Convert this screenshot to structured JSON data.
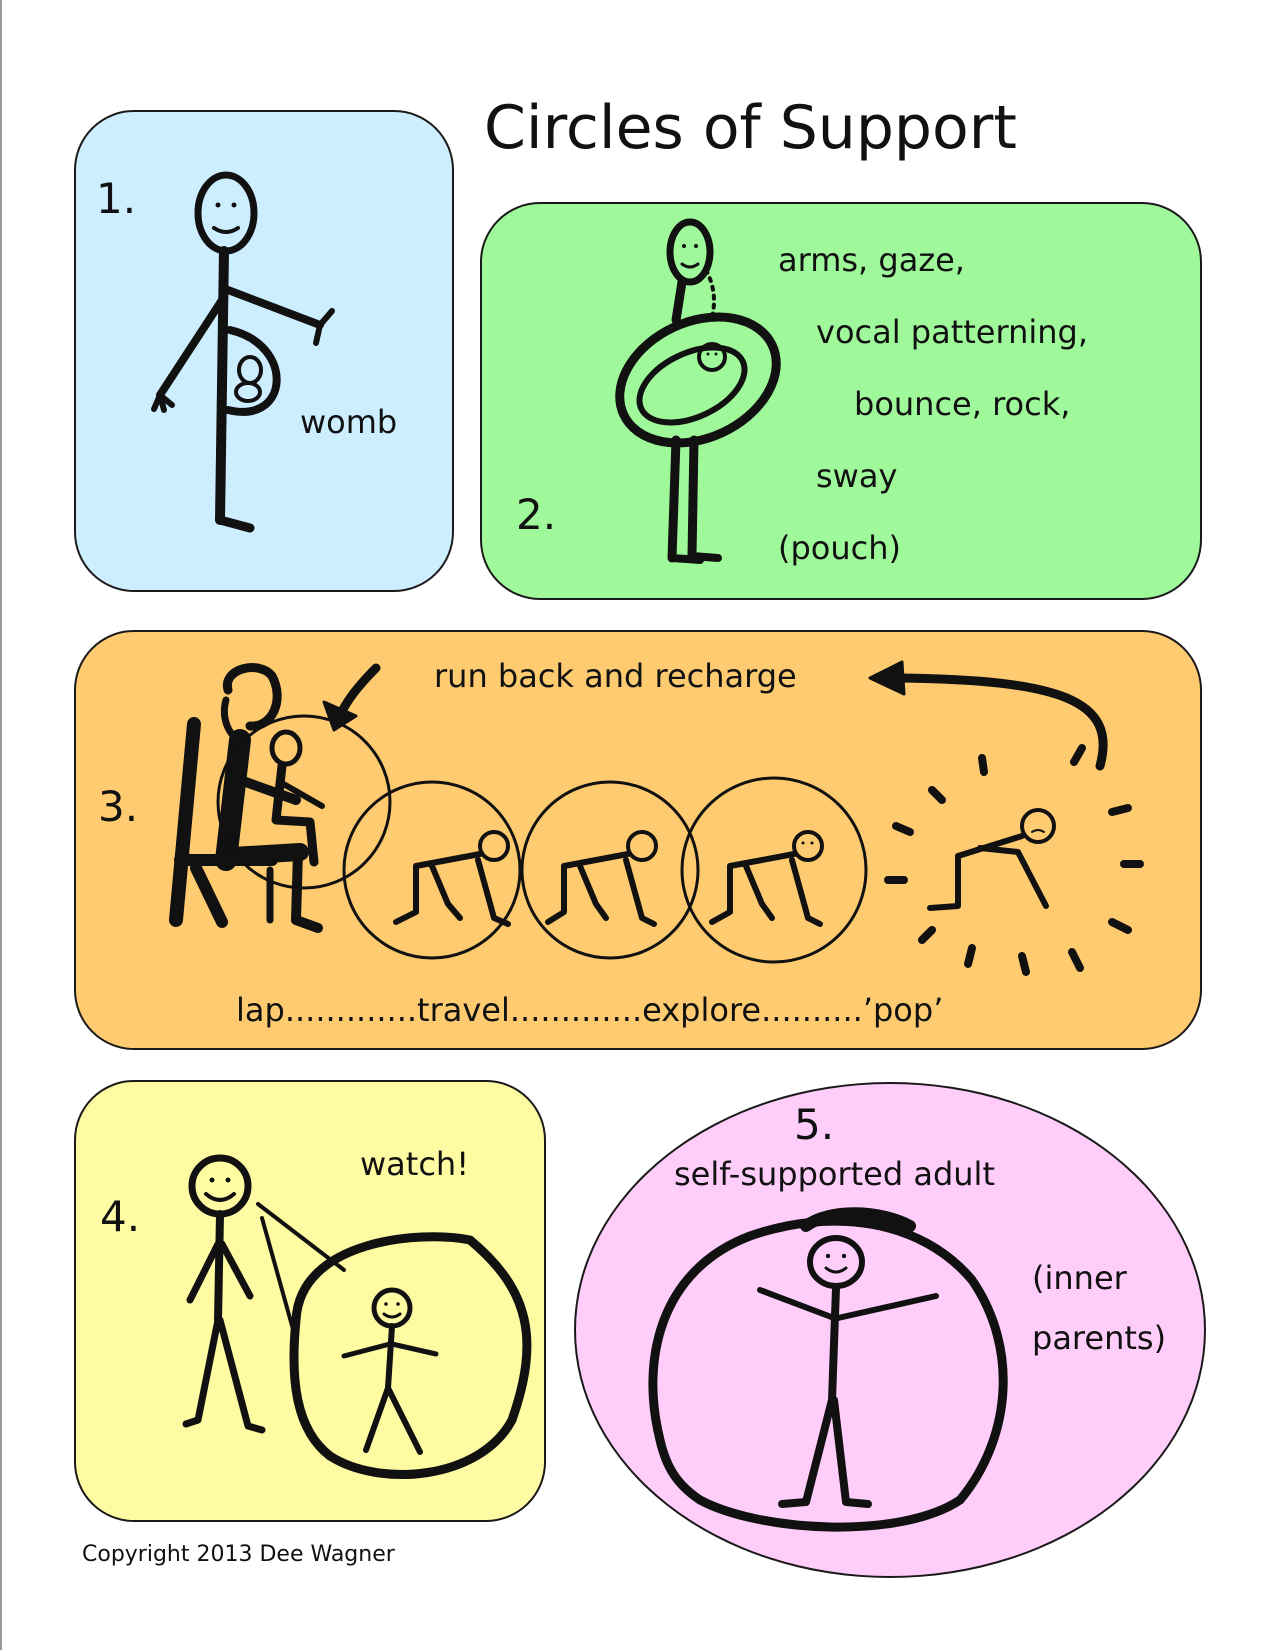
{
  "title": "Circles of Support",
  "copyright": "Copyright 2013 Dee Wagner",
  "colors": {
    "panel_1": "#cdeeff",
    "panel_2": "#9ff99a",
    "panel_3": "#ffcb70",
    "panel_4": "#fefba3",
    "panel_5": "#ffcdfa",
    "ink": "#111111"
  },
  "panels": [
    {
      "number": "1.",
      "labels": [
        "womb"
      ]
    },
    {
      "number": "2.",
      "labels": [
        "arms, gaze,",
        "vocal patterning,",
        "bounce, rock,",
        "sway",
        "(pouch)"
      ]
    },
    {
      "number": "3.",
      "labels": [
        "run back and recharge",
        "lap.............travel.............explore..........’pop’"
      ]
    },
    {
      "number": "4.",
      "labels": [
        "watch!"
      ]
    },
    {
      "number": "5.",
      "labels": [
        "self-supported adult",
        "(inner",
        "parents)"
      ]
    }
  ]
}
